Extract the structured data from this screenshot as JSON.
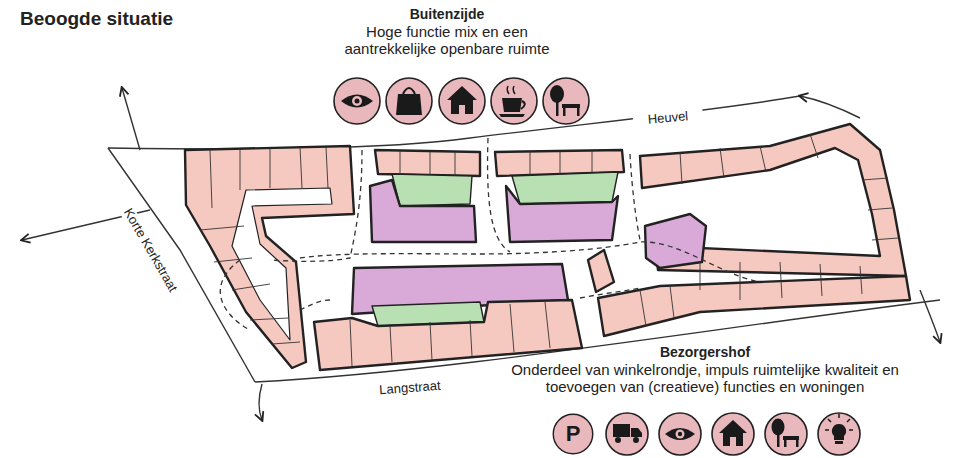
{
  "diagram": {
    "title": "Beoogde situatie",
    "nodes": [
      {
        "text": [
          "P"
        ]
      }
    ],
    "labels": [
      "Buitenzijde",
      "Hoge functie mix en een aantrekkelijke openbare ruimte",
      "Heuvel",
      "Korte Kerkstraat",
      "Langstraat",
      "Bezorgershof",
      "Onderdeel van winkelrondje, impuls ruimtelijke kwaliteit en toevoegen van (creatieve) functies en woningen"
    ]
  }
}
